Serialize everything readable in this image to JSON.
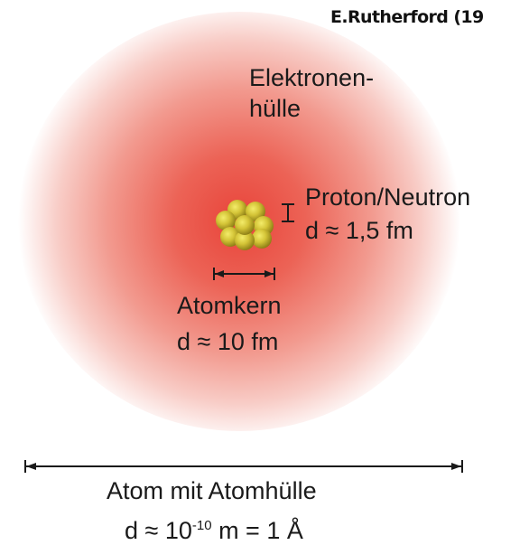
{
  "title": "E.Rutherford (19",
  "electron_shell": {
    "line1": "Elektronen-",
    "line2": "hülle"
  },
  "proton": {
    "label": "Proton/Neutron",
    "size": "d ≈ 1,5 fm"
  },
  "nucleus": {
    "label": "Atomkern",
    "size": "d ≈ 10 fm"
  },
  "atom": {
    "label": "Atom mit Atomhülle",
    "size_prefix": "d ≈ 10",
    "size_exponent": "-10",
    "size_suffix": " m = 1 Å"
  },
  "colors": {
    "cloud_center": "#e8443a",
    "nucleon": "#b8a418",
    "nucleon_highlight": "#f3ec6a",
    "text": "#1a1a1a"
  }
}
